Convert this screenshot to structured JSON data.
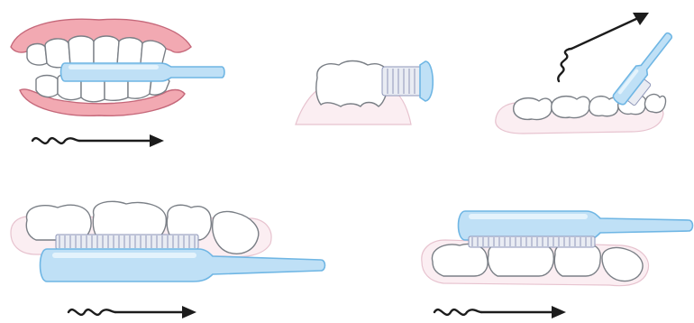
{
  "figure": {
    "panels": [
      {
        "id": "front-teeth",
        "motion": "horizontal"
      },
      {
        "id": "molar-side",
        "motion": "none"
      },
      {
        "id": "inner-teeth-angled",
        "motion": "diagonal"
      },
      {
        "id": "outer-surface-low",
        "motion": "horizontal"
      },
      {
        "id": "outer-surface-high",
        "motion": "horizontal"
      }
    ],
    "colors": {
      "brush": "#bfe0f6",
      "brush_outline": "#6fb6e4",
      "gum": "#fbeef2",
      "gum_red": "#f2a9b2",
      "arrow": "#1c1c1c"
    }
  }
}
